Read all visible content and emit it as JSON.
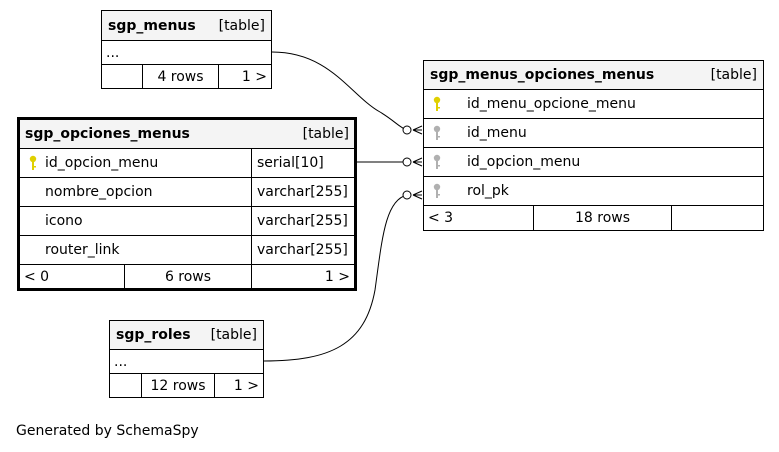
{
  "colors": {
    "primary_key": "#e0d000",
    "foreign_key": "#b0b0b0",
    "header_bg": "#f4f4f4"
  },
  "tables": {
    "sgp_menus": {
      "name": "sgp_menus",
      "type": "[table]",
      "columns_placeholder": "...",
      "rows": "4 rows",
      "right_nav": "1 >"
    },
    "sgp_menus_opciones_menus": {
      "name": "sgp_menus_opciones_menus",
      "type": "[table]",
      "columns": [
        {
          "name": "id_menu_opcione_menu",
          "key": "primary-key-icon"
        },
        {
          "name": "id_menu",
          "key": "foreign-key-icon"
        },
        {
          "name": "id_opcion_menu",
          "key": "foreign-key-icon"
        },
        {
          "name": "rol_pk",
          "key": "foreign-key-icon"
        }
      ],
      "left_nav": "< 3",
      "rows": "18 rows"
    },
    "sgp_opciones_menus": {
      "name": "sgp_opciones_menus",
      "type": "[table]",
      "columns": [
        {
          "name": "id_opcion_menu",
          "datatype": "serial[10]",
          "key": "primary-key-icon"
        },
        {
          "name": "nombre_opcion",
          "datatype": "varchar[255]"
        },
        {
          "name": "icono",
          "datatype": "varchar[255]"
        },
        {
          "name": "router_link",
          "datatype": "varchar[255]"
        }
      ],
      "left_nav": "< 0",
      "rows": "6 rows",
      "right_nav": "1 >"
    },
    "sgp_roles": {
      "name": "sgp_roles",
      "type": "[table]",
      "columns_placeholder": "...",
      "rows": "12 rows",
      "right_nav": "1 >"
    }
  },
  "footer": "Generated by SchemaSpy"
}
